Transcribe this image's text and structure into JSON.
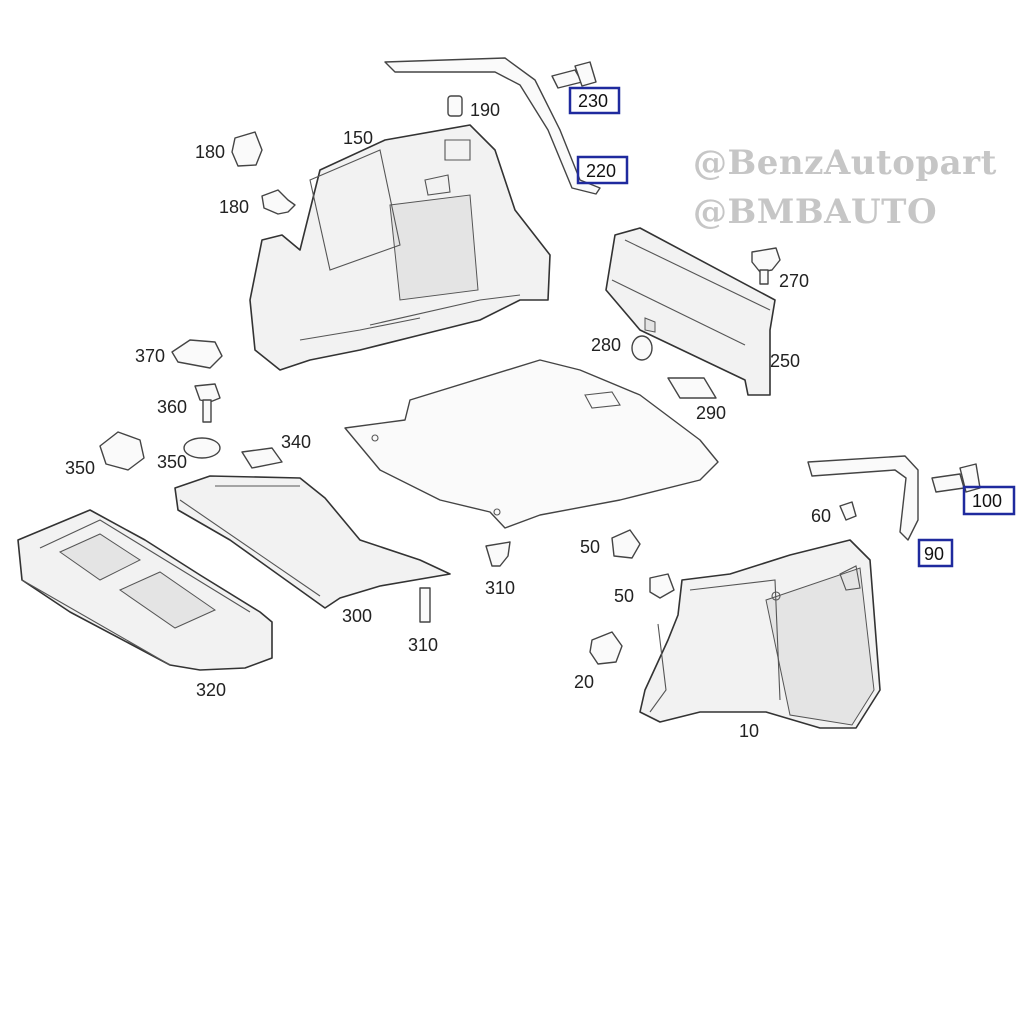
{
  "watermarks": [
    "@BenzAutopart",
    "@BMBAUTO"
  ],
  "colors": {
    "highlight_box": "#1f2a9e",
    "watermark": "#c6c6c6",
    "line_art": "#333333"
  },
  "labels": {
    "l230": "230",
    "l220": "220",
    "l190": "190",
    "l150": "150",
    "l180a": "180",
    "l180b": "180",
    "l270": "270",
    "l280": "280",
    "l250": "250",
    "l290": "290",
    "l370": "370",
    "l360": "360",
    "l340": "340",
    "l350a": "350",
    "l350b": "350",
    "l310a": "310",
    "l310b": "310",
    "l300": "300",
    "l320": "320",
    "l100": "100",
    "l90": "90",
    "l60": "60",
    "l50a": "50",
    "l50b": "50",
    "l20": "20",
    "l10": "10"
  }
}
